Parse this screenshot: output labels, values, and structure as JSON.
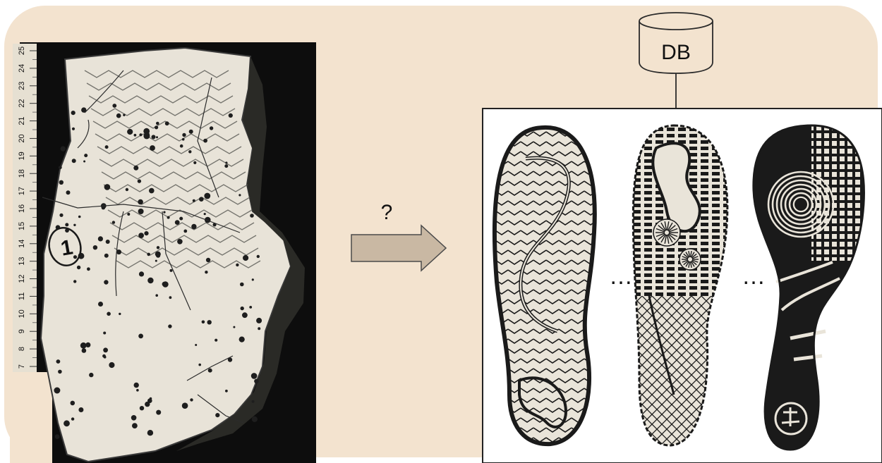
{
  "diagram": {
    "query_label": "?",
    "database_label": "DB",
    "result_separator": "…",
    "colors": {
      "panel_background": "#f3e3cf",
      "panel_border": "#ffffff",
      "arrow_fill": "#c9b8a3",
      "arrow_stroke": "#4a4a4a",
      "photo_background": "#0d0d0d",
      "print_paper": "#e9e4d9",
      "ink": "#1a1a1a"
    }
  },
  "crime_scene_photo": {
    "ruler_ticks": [
      "25",
      "24",
      "23",
      "22",
      "21",
      "20",
      "19",
      "18",
      "17",
      "16",
      "15",
      "14",
      "13",
      "12",
      "11",
      "10",
      "9",
      "8",
      "7"
    ],
    "evidence_mark": "1"
  },
  "reference_prints": [
    {
      "pattern": "zigzag-tread"
    },
    {
      "pattern": "brick-and-sunburst-tread"
    },
    {
      "pattern": "concentric-circle-grid-tread"
    }
  ]
}
